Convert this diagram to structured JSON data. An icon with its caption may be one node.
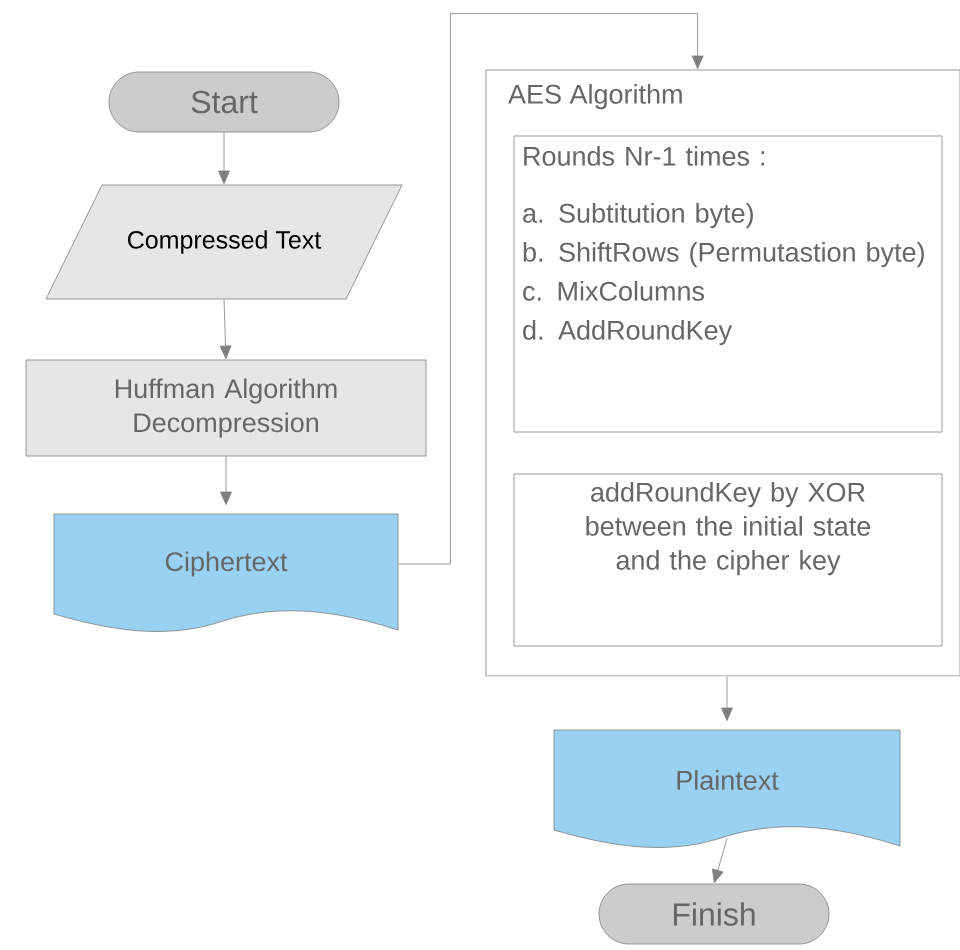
{
  "diagram": {
    "nodes": [
      {
        "text": [
          "Start"
        ]
      },
      {
        "text": [
          "Compressed Text"
        ]
      },
      {
        "text": [
          "Huffman Algorithm Decompression"
        ]
      },
      {
        "text": [
          "Ciphertext"
        ]
      },
      {
        "text": [
          "AES Algorithm"
        ]
      },
      {
        "text": [
          "Rounds Nr-1 times :",
          "a. Subtitution byte)",
          "b. ShiftRows (Permutastion byte)",
          "c. MixColumns",
          "d. AddRoundKey"
        ],
        "in": 4
      },
      {
        "text": [
          "addRoundKey by XOR between the initial state and the cipher key"
        ],
        "in": 4
      },
      {
        "text": [
          "Plaintext"
        ]
      },
      {
        "text": [
          "Finish"
        ]
      }
    ],
    "edges": [
      {
        "from": 0,
        "to": 1,
        "arrow": "to"
      },
      {
        "from": 1,
        "to": 2,
        "arrow": "to"
      },
      {
        "from": 2,
        "to": 3,
        "arrow": "to"
      },
      {
        "from": 3,
        "to": 4,
        "arrow": "to"
      },
      {
        "from": 4,
        "to": 7,
        "arrow": "to"
      },
      {
        "from": 7,
        "to": 8,
        "arrow": "to"
      }
    ]
  }
}
